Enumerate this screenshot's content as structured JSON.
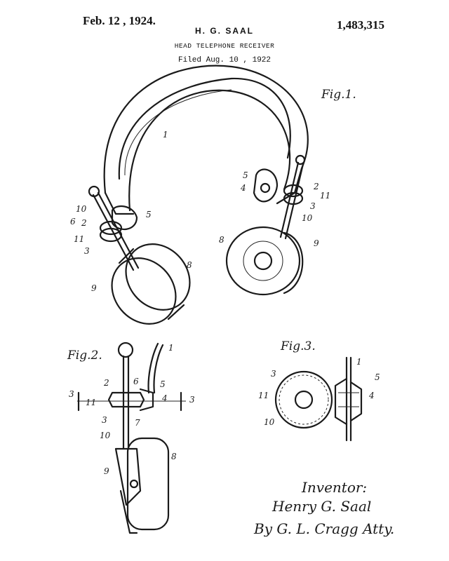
{
  "patent": {
    "date": "Feb. 12 , 1924.",
    "number": "1,483,315",
    "inventor": "H. G. SAAL",
    "title": "HEAD TELEPHONE RECEIVER",
    "filed": "Filed Aug. 10 , 1922"
  },
  "figures": {
    "fig1": "Fig.1.",
    "fig2": "Fig.2.",
    "fig3": "Fig.3."
  },
  "signature": {
    "heading": "Inventor:",
    "name": "Henry G. Saal",
    "attorney": "By G. L. Cragg Atty."
  },
  "reference_numerals": [
    "1",
    "2",
    "3",
    "4",
    "5",
    "6",
    "7",
    "8",
    "9",
    "10",
    "11"
  ]
}
